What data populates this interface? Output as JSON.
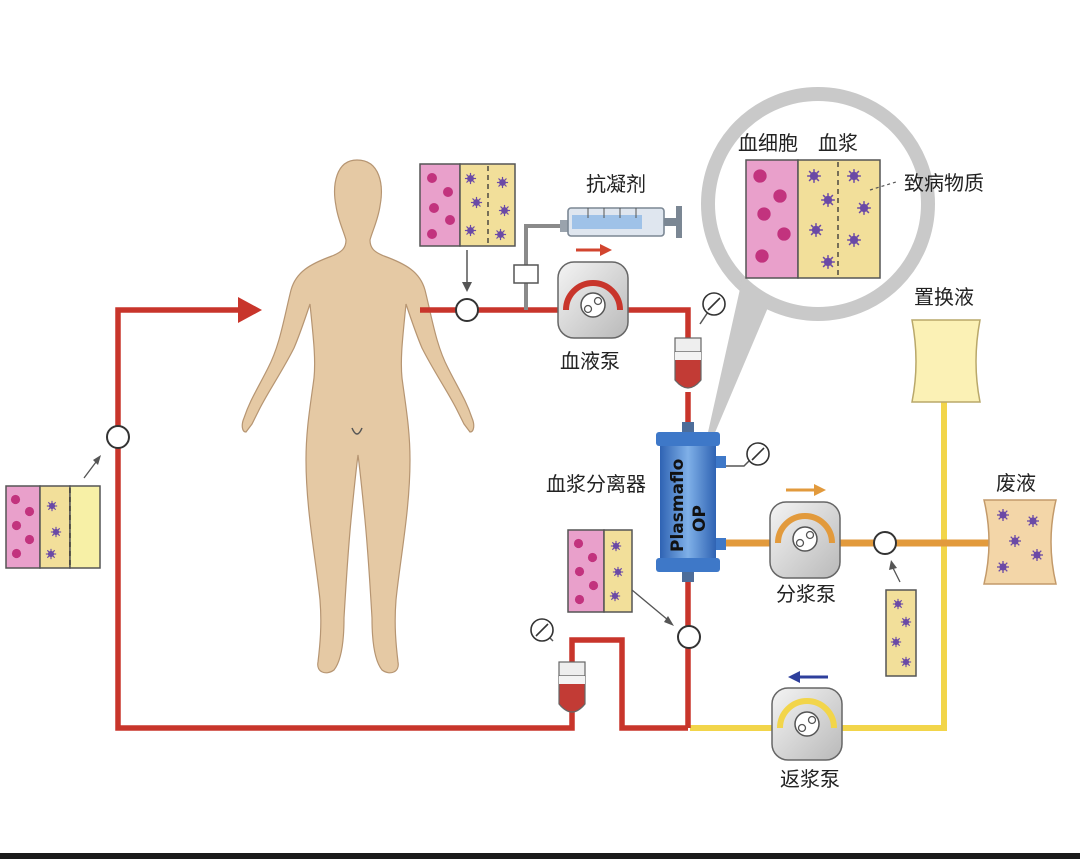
{
  "labels": {
    "anticoagulant": "抗凝剂",
    "blood_pump": "血液泵",
    "plasma_separator": "血浆分离器",
    "plasma_pump": "分浆泵",
    "return_pump": "返浆泵",
    "replacement_fluid": "置换液",
    "waste_fluid": "废液",
    "blood_cells": "血细胞",
    "plasma": "血浆",
    "pathogenic_substance": "致病物质",
    "device_name": "Plasmaflo OP"
  },
  "colors": {
    "blood_line": "#c8352b",
    "plasma_line": "#e29a3c",
    "replacement_line": "#f2d54a",
    "body": "#e5c9a4",
    "cell_panel": "#e9a0cb",
    "plasma_panel": "#f2df9a",
    "fresh_plasma_panel": "#f7f0a6",
    "waste_panel": "#f3d6a8",
    "red_cell": "#c2337e",
    "pathogen": "#6b4aa6",
    "separator": "#3e78c8",
    "magnifier_ring": "#c9c9c9",
    "arrow_red": "#d2452f",
    "arrow_orange": "#e29a3c",
    "arrow_blue": "#2e3f9c"
  },
  "icons": [
    "syringe-icon",
    "pump-icon",
    "pressure-gauge-icon",
    "drip-chamber-icon",
    "flow-arrow-icon",
    "magnifier-icon"
  ]
}
